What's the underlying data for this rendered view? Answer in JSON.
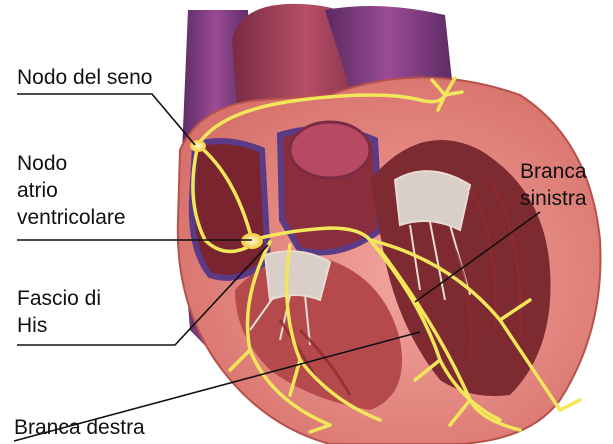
{
  "labels": {
    "nodo_del_seno": "Nodo del seno",
    "nodo_av": [
      "Nodo",
      "atrio",
      "ventricolare"
    ],
    "fascio_di_his": [
      "Fascio di",
      "His"
    ],
    "branca_destra": "Branca destra",
    "branca_sinistra": [
      "Branca",
      "sinistra"
    ]
  },
  "colors": {
    "aorta": "#a8435a",
    "vena_cava": "#7d3a78",
    "heart_wall": "#e88c85",
    "heart_shadow": "#c9645d",
    "chamber_dark": "#6b1f26",
    "muscle": "#a53a3c",
    "conduction": "#f2e65a",
    "valve": "#d9cfc8",
    "leader_line": "#111111"
  }
}
